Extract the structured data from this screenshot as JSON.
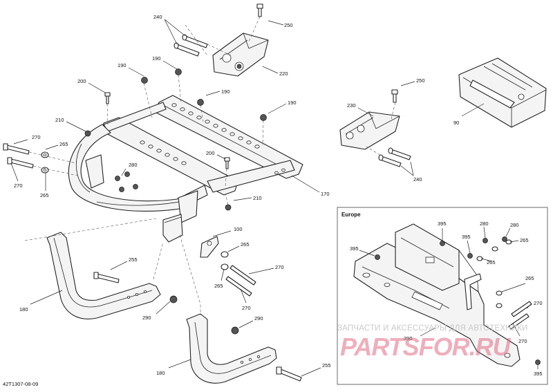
{
  "diagram": {
    "ref_code": "42T1307-08-09",
    "inset_title": "Europe",
    "watermark": {
      "tagline": "ЗАПЧАСТИ И АКСЕССУАРЫ ДЛЯ АВТОТЕХНИКИ",
      "logo": "PARTSFOR.RU"
    },
    "callouts": [
      {
        "id": "c250a",
        "label": "250"
      },
      {
        "id": "c240a",
        "label": "240"
      },
      {
        "id": "c220",
        "label": "220"
      },
      {
        "id": "c190a",
        "label": "190"
      },
      {
        "id": "c190b",
        "label": "190"
      },
      {
        "id": "c190c",
        "label": "190"
      },
      {
        "id": "c190d",
        "label": "190"
      },
      {
        "id": "c200a",
        "label": "200"
      },
      {
        "id": "c200b",
        "label": "200"
      },
      {
        "id": "c210a",
        "label": "210"
      },
      {
        "id": "c210b",
        "label": "210"
      },
      {
        "id": "c270a",
        "label": "270"
      },
      {
        "id": "c270b",
        "label": "270"
      },
      {
        "id": "c265a",
        "label": "265"
      },
      {
        "id": "c265b",
        "label": "265"
      },
      {
        "id": "c280a",
        "label": "280"
      },
      {
        "id": "c170",
        "label": "170"
      },
      {
        "id": "c100",
        "label": "100"
      },
      {
        "id": "c265c",
        "label": "265"
      },
      {
        "id": "c270c",
        "label": "270"
      },
      {
        "id": "c265d",
        "label": "265"
      },
      {
        "id": "c270d",
        "label": "270"
      },
      {
        "id": "c255a",
        "label": "255"
      },
      {
        "id": "c180a",
        "label": "180"
      },
      {
        "id": "c290a",
        "label": "290"
      },
      {
        "id": "c290b",
        "label": "290"
      },
      {
        "id": "c180b",
        "label": "180"
      },
      {
        "id": "c255b",
        "label": "255"
      },
      {
        "id": "c230",
        "label": "230"
      },
      {
        "id": "c250b",
        "label": "250"
      },
      {
        "id": "c240b",
        "label": "240"
      },
      {
        "id": "c90",
        "label": "90"
      },
      {
        "id": "e395a",
        "label": "395"
      },
      {
        "id": "e395b",
        "label": "395"
      },
      {
        "id": "e395c",
        "label": "395"
      },
      {
        "id": "e280a",
        "label": "280"
      },
      {
        "id": "e280b",
        "label": "280"
      },
      {
        "id": "e265a",
        "label": "265"
      },
      {
        "id": "e265b",
        "label": "265"
      },
      {
        "id": "e265c",
        "label": "265"
      },
      {
        "id": "e270a",
        "label": "270"
      },
      {
        "id": "e270b",
        "label": "270"
      },
      {
        "id": "e390",
        "label": "390"
      },
      {
        "id": "e395d",
        "label": "395"
      }
    ]
  }
}
